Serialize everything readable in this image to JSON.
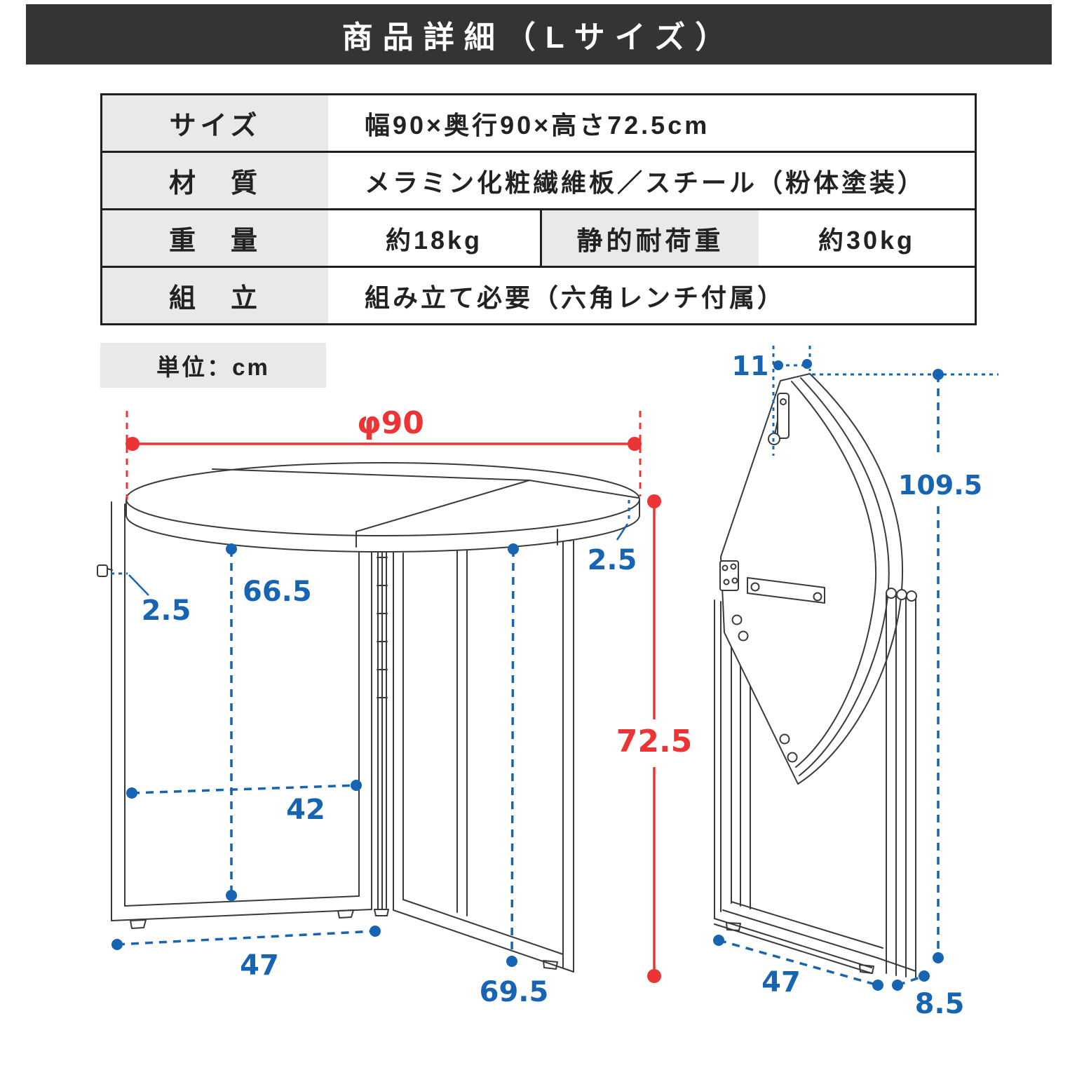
{
  "colors": {
    "accent_red": "#ed3434",
    "accent_blue": "#1764b2",
    "header_bg": "#343434",
    "cell_gray": "#e9e9e9",
    "line": "#3a3a3a"
  },
  "header": {
    "title": "商品詳細（Lサイズ）"
  },
  "spec_table": {
    "rows": [
      {
        "label": "サイズ",
        "value": "幅90×奥行90×高さ72.5cm"
      },
      {
        "label": "材　質",
        "value": "メラミン化粧繊維板／スチール（粉体塗装）"
      },
      {
        "label": "重　量",
        "value": "約18kg",
        "label2": "静的耐荷重",
        "value2": "約30kg"
      },
      {
        "label": "組　立",
        "value": "組み立て必要（六角レンチ付属）"
      }
    ]
  },
  "unit_label": "単位：cm",
  "diagram": {
    "open_view": {
      "diameter": "φ90",
      "frame_thickness": "2.5",
      "top_thickness": "2.5",
      "underside_height": "66.5",
      "inner_width": "42",
      "base_width": "47",
      "base_depth": "69.5",
      "height": "72.5"
    },
    "folded_view": {
      "top_edge": "11",
      "height": "109.5",
      "base_width": "47",
      "base_depth": "8.5"
    }
  }
}
